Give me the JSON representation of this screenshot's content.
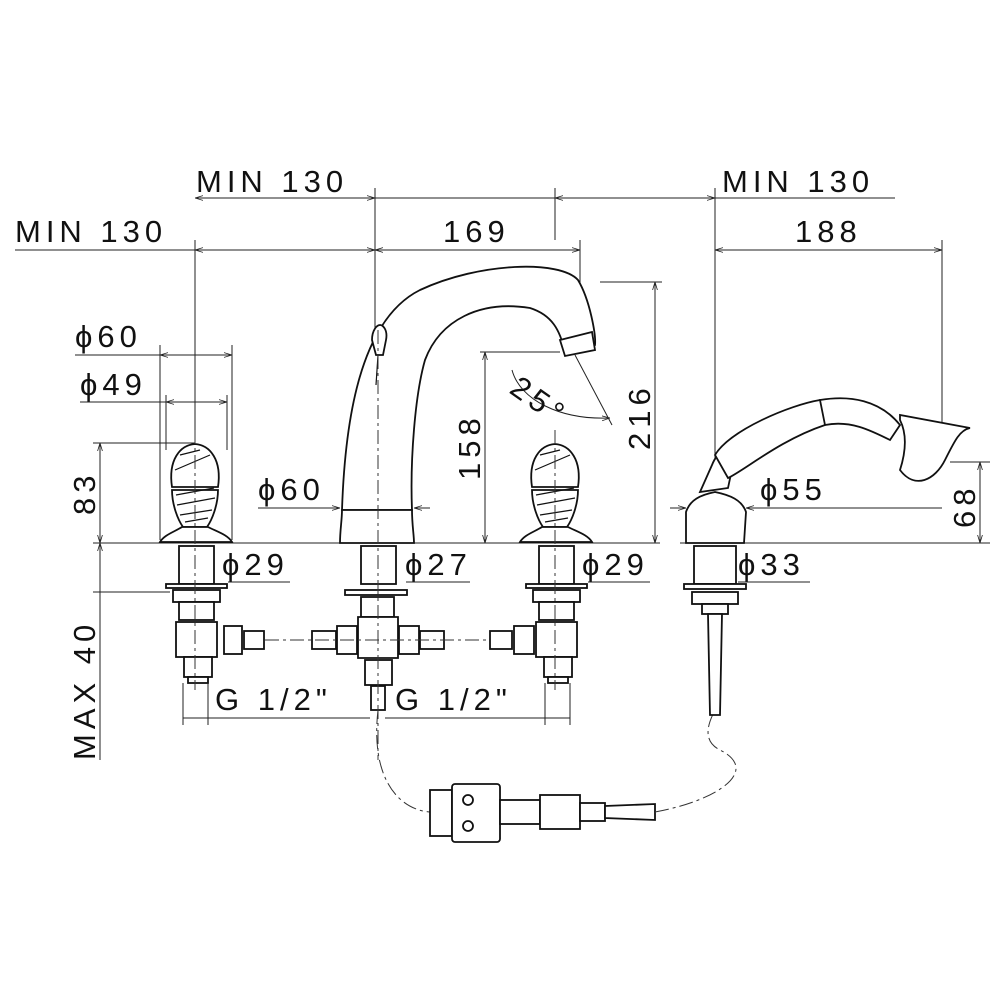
{
  "dimensions": {
    "min_top_left": "MIN 130",
    "min_top_right": "MIN 130",
    "min_left": "MIN 130",
    "spout_reach": "169",
    "shower_reach": "188",
    "handle_dia_outer": "ϕ60",
    "handle_dia_inner": "ϕ49",
    "handle_height": "83",
    "max_deck": "MAX 40",
    "spout_base_dia": "ϕ60",
    "spout_height": "158",
    "spout_angle": "25°",
    "spout_total_height": "216",
    "left_shank_dia": "ϕ29",
    "spout_shank_dia": "ϕ27",
    "right_shank_dia": "ϕ29",
    "shower_base_dia": "ϕ55",
    "shower_shank_dia": "ϕ33",
    "shower_height": "68",
    "thread_left": "G 1/2\"",
    "thread_right": "G 1/2\""
  }
}
